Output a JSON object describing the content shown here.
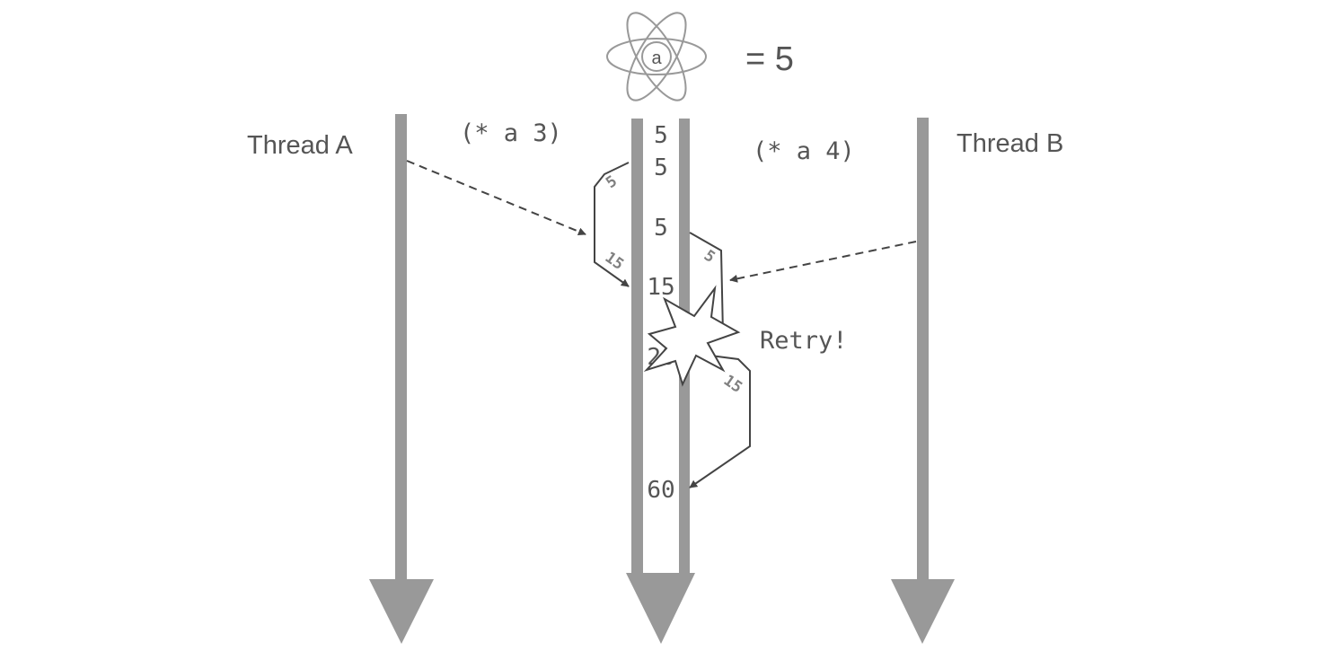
{
  "atom": {
    "symbol": "a",
    "value_label": "= 5"
  },
  "threads": {
    "a_label": "Thread A",
    "b_label": "Thread B"
  },
  "operations": {
    "a": "(* a 3)",
    "b": "(* a 4)"
  },
  "timeline_values": [
    "5",
    "5",
    "5",
    "15",
    "20",
    "60"
  ],
  "transfer_labels": {
    "a_read": "5",
    "a_write": "15",
    "b_read": "5",
    "b_retry_read": "15"
  },
  "conflict_label": "Retry!",
  "colors": {
    "timeline": "#999999",
    "text": "#555555",
    "arrow": "#444444"
  }
}
